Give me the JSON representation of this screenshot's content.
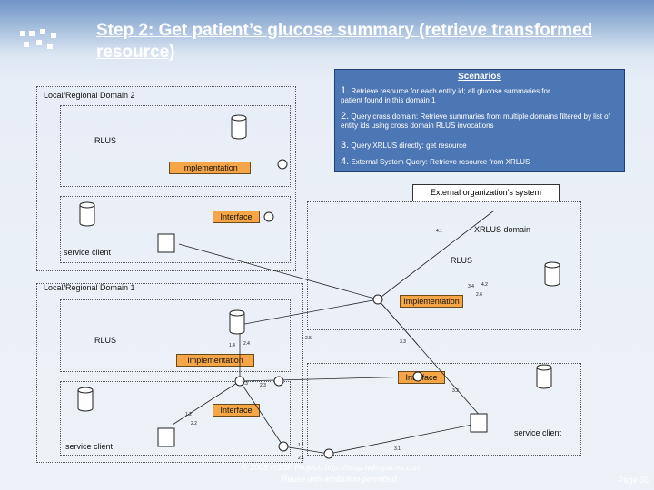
{
  "title": "Step 2: Get patient’s glucose summary (retrieve transformed resource)",
  "scenarios": {
    "header": "Scenarios",
    "items": [
      {
        "num": "1.",
        "text": "Retrieve resource for each entity id; all glucose summaries for patient found in this domain 1"
      },
      {
        "num": "2.",
        "text": "Query cross domain: Retrieve summaries from multiple domains filtered by list of entity ids using cross domain RLUS invocations"
      },
      {
        "num": "3.",
        "text": "Query XRLUS directly: get resource"
      },
      {
        "num": "4.",
        "text": "External System Query: Retrieve resource from XRLUS"
      }
    ]
  },
  "domain2": {
    "label": "Local/Regional Domain 2",
    "rlus": "RLUS",
    "implementation": "Implementation",
    "interface": "Interface",
    "service_client": "service client"
  },
  "external": {
    "label": "External organization’s system",
    "xrlus_domain": "XRLUS domain",
    "rlus": "RLUS",
    "implementation": "Implementation",
    "interface": "Interface",
    "service_client": "service client"
  },
  "domain1": {
    "label": "Local/Regional Domain 1",
    "rlus": "RLUS",
    "implementation": "Implementation",
    "interface": "Interface",
    "service_client": "service client"
  },
  "step_labels": {
    "n41": "4.1",
    "n34": "3.4",
    "n42": "4.2",
    "n26": "2.6",
    "n25": "2.5",
    "n33": "3.3",
    "n14": "1.4",
    "n24": "2.4",
    "n13": "1.3",
    "n23": "2.3",
    "n32": "3.2",
    "n12": "1.2",
    "n22": "2.2",
    "n11": "1.1",
    "n31": "3.1",
    "n21": "2.1"
  },
  "footer": {
    "copyright": "© 2008 HSSP Project, http://hssp.wikispaces.com",
    "reuse": "Reuse with attribution permitted",
    "page": "Page 36"
  }
}
